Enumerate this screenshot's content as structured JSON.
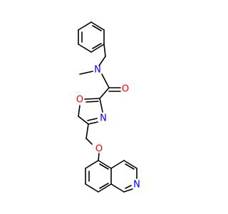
{
  "molecule": {
    "atoms": {
      "amide_n": {
        "symbol": "N",
        "color": "#0000ff"
      },
      "carbonyl_o": {
        "symbol": "O",
        "color": "#ff0000"
      },
      "ring_o": {
        "symbol": "O",
        "color": "#ff0000"
      },
      "ring_n": {
        "symbol": "N",
        "color": "#0000ff"
      },
      "ether_o": {
        "symbol": "O",
        "color": "#ff0000"
      },
      "isoquinoline_n": {
        "symbol": "N",
        "color": "#0000ff"
      }
    },
    "bond_color": "#000000"
  }
}
